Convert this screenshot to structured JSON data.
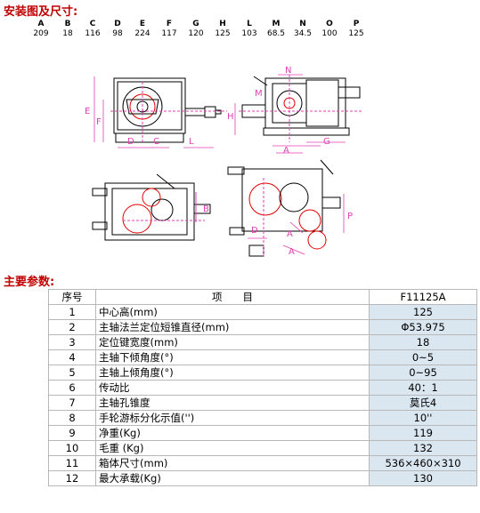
{
  "headings": {
    "install": "安装图及尺寸:",
    "params": "主要参数:"
  },
  "dimensions": [
    {
      "letter": "A",
      "value": "209"
    },
    {
      "letter": "B",
      "value": "18"
    },
    {
      "letter": "C",
      "value": "116"
    },
    {
      "letter": "D",
      "value": "98"
    },
    {
      "letter": "E",
      "value": "224"
    },
    {
      "letter": "F",
      "value": "117"
    },
    {
      "letter": "G",
      "value": "120"
    },
    {
      "letter": "H",
      "value": "125"
    },
    {
      "letter": "L",
      "value": "103"
    },
    {
      "letter": "M",
      "value": "68.5"
    },
    {
      "letter": "N",
      "value": "34.5"
    },
    {
      "letter": "O",
      "value": "100"
    },
    {
      "letter": "P",
      "value": "125"
    }
  ],
  "drawing_labels": {
    "d1": [
      "E",
      "F",
      "D",
      "C",
      "L"
    ],
    "d2": [
      "H",
      "A",
      "M",
      "G",
      "N"
    ],
    "d3": [
      "B"
    ],
    "d4": [
      "P",
      "D",
      "A",
      "A"
    ]
  },
  "colors": {
    "heading": "#c00000",
    "dimension_line": "#e040b0",
    "highlight": "#e00000",
    "value_cell": "#dbe7f0"
  },
  "table": {
    "headers": {
      "no": "序号",
      "item": "项　　目",
      "value": "F11125A"
    },
    "rows": [
      {
        "no": "1",
        "item": "中心高(mm)",
        "value": "125"
      },
      {
        "no": "2",
        "item": "主轴法兰定位短锥直径(mm)",
        "value": "Φ53.975"
      },
      {
        "no": "3",
        "item": "定位键宽度(mm)",
        "value": "18"
      },
      {
        "no": "4",
        "item": "主轴下倾角度(°)",
        "value": "0~5"
      },
      {
        "no": "5",
        "item": "主轴上倾角度(°)",
        "value": "0~95"
      },
      {
        "no": "6",
        "item": "传动比",
        "value": "40：1"
      },
      {
        "no": "7",
        "item": "主轴孔锥度",
        "value": "莫氏4"
      },
      {
        "no": "8",
        "item": "手轮游标分化示值('')",
        "value": "10''"
      },
      {
        "no": "9",
        "item": "净重(Kg)",
        "value": "119"
      },
      {
        "no": "10",
        "item": "毛重 (Kg)",
        "value": "132"
      },
      {
        "no": "11",
        "item": "箱体尺寸(mm)",
        "value": "536×460×310"
      },
      {
        "no": "12",
        "item": "最大承载(Kg)",
        "value": "130"
      }
    ]
  }
}
